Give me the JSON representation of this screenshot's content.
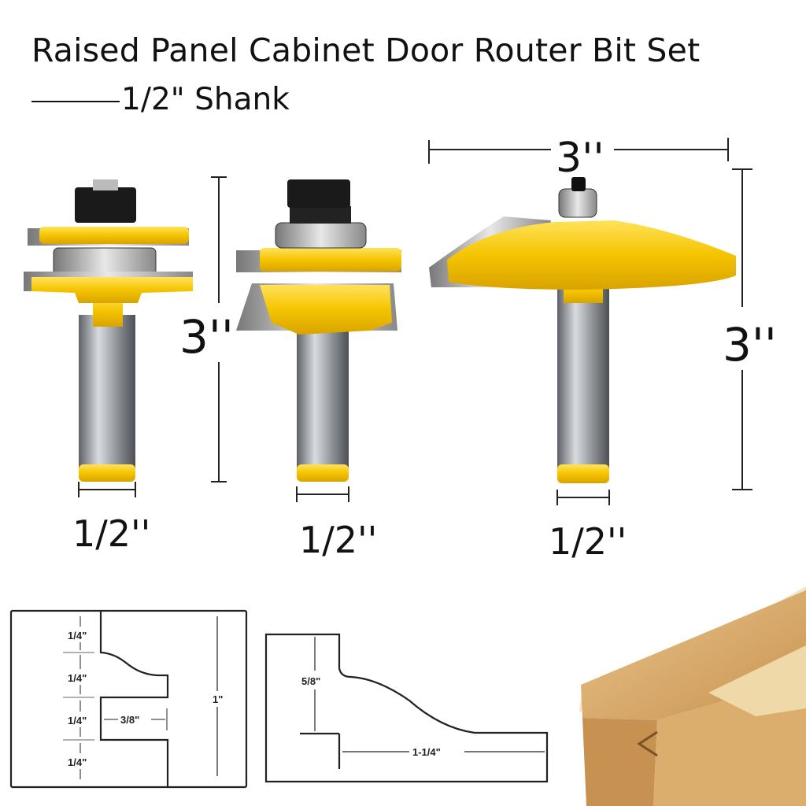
{
  "title": "Raised Panel Cabinet Door Router Bit Set",
  "subtitle": "1/2\" Shank",
  "colors": {
    "cutter_yellow": "#f5c400",
    "shank_gray": "#8a8e93",
    "nut_black": "#1a1a1a",
    "wood": "#d9a865"
  },
  "bits": [
    {
      "name": "rail-bit",
      "shank_label": "1/2''",
      "height_label": "3''"
    },
    {
      "name": "stile-bit",
      "shank_label": "1/2''"
    },
    {
      "name": "panel-raising-bit",
      "shank_label": "1/2''",
      "width_label": "3''",
      "height_label": "3''"
    }
  ],
  "profile_diagrams": [
    {
      "name": "rail-stile-profile",
      "segments": [
        "1/4\"",
        "1/4\"",
        "1/4\"",
        "1/4\""
      ],
      "groove_depth": "3/8\"",
      "total_height": "1\""
    },
    {
      "name": "raised-panel-profile",
      "height": "5/8\"",
      "width": "1-1/4\""
    }
  ]
}
